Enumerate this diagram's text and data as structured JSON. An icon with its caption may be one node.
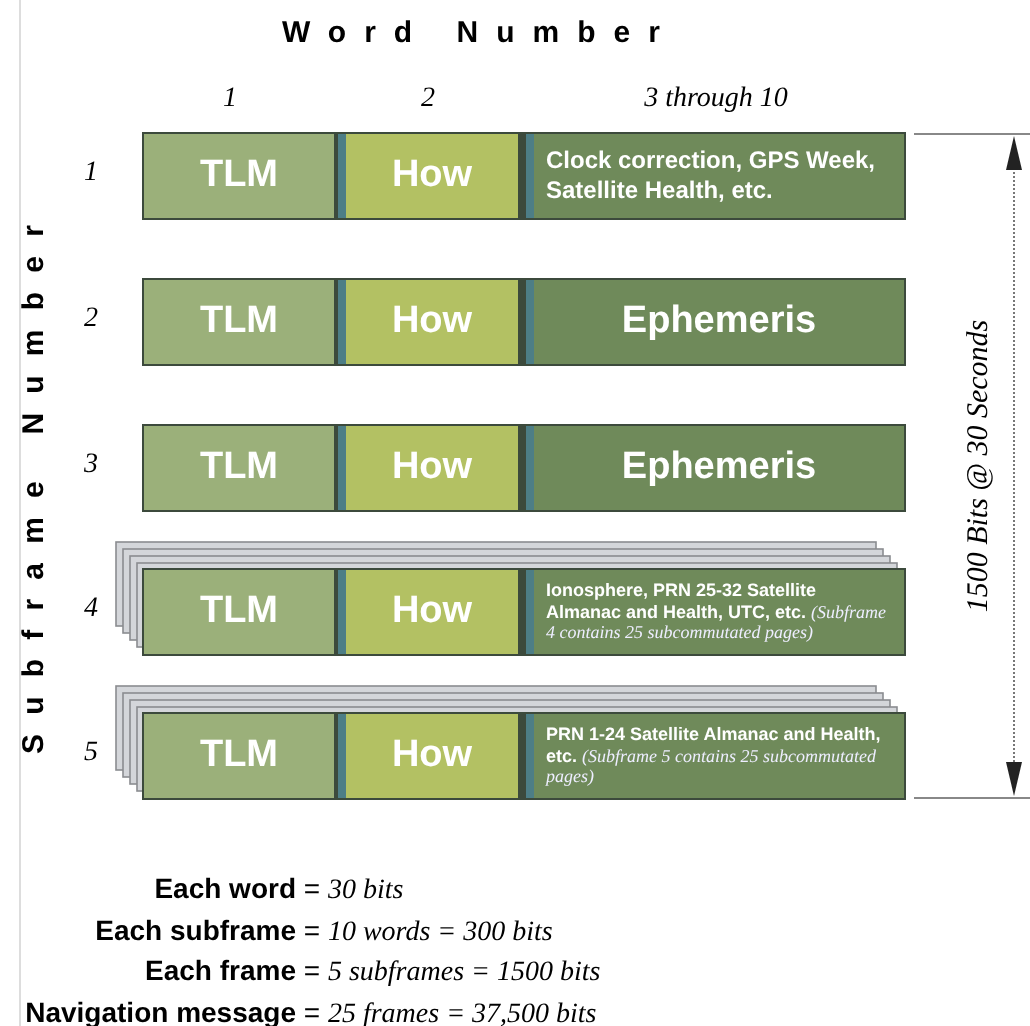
{
  "diagram": {
    "nodes": [
      {
        "text": [
          "TLM"
        ]
      },
      {
        "text": [
          "How"
        ]
      },
      {
        "text": [
          "Clock correction, GPS Week, Satellite Health, etc."
        ]
      },
      {
        "text": [
          "TLM"
        ]
      },
      {
        "text": [
          "How"
        ]
      },
      {
        "text": [
          "Ephemeris"
        ]
      },
      {
        "text": [
          "TLM"
        ]
      },
      {
        "text": [
          "How"
        ]
      },
      {
        "text": [
          "Ephemeris"
        ]
      },
      {
        "text": [
          "TLM"
        ]
      },
      {
        "text": [
          "How"
        ]
      },
      {
        "text": [
          "Ionosphere, PRN 25-32 Satellite Almanac and Health, UTC, etc. *(Subframe 4 contains 25 subcommutated pages)*"
        ]
      },
      {
        "text": [
          "TLM"
        ]
      },
      {
        "text": [
          "How"
        ]
      },
      {
        "text": [
          "PRN 1-24 Satellite Almanac and Health, etc. *(Subframe 5 contains 25 subcommutated pages)*"
        ]
      }
    ],
    "labels": [
      "Word Number",
      "1",
      "2",
      "3 through 10",
      "Subframe Number",
      "1",
      "2",
      "3",
      "4",
      "5",
      "1500 Bits @ 30 Seconds",
      "**Each word** = *30 bits*",
      "**Each subframe** = *10 words = 300 bits*",
      "**Each frame** = *5 subframes = 1500 bits*",
      "**Navigation message** = *25 frames = 37,500 bits*"
    ]
  }
}
